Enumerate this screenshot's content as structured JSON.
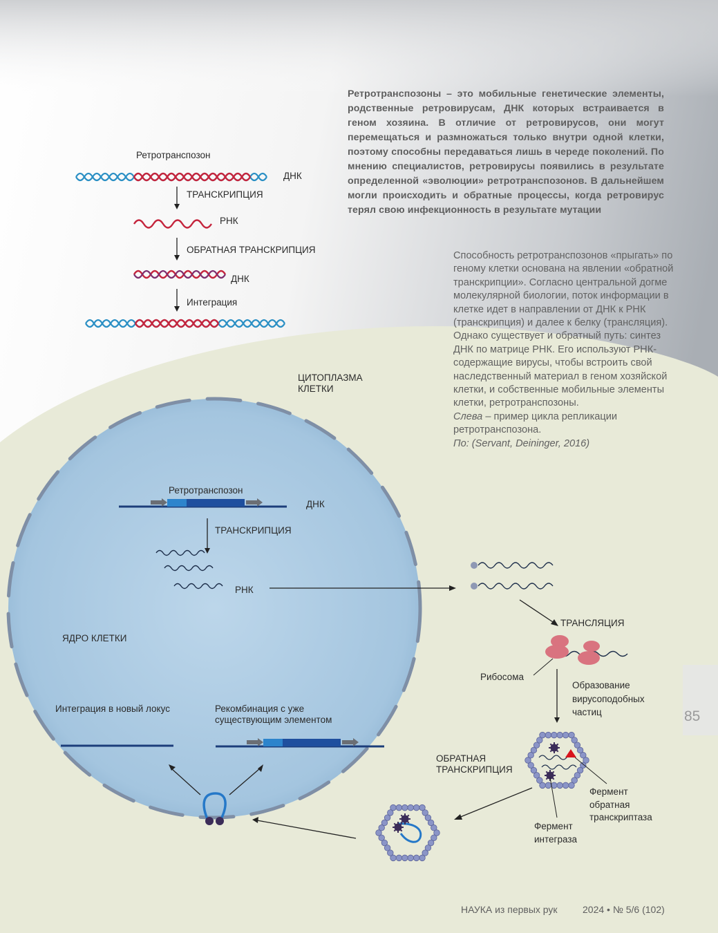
{
  "lead_text": "Ретротранспозоны – это мобильные генетические элементы, родственные ретровирусам, ДНК которых встраивается в геном хозяина. В отличие от ретровирусов, они могут перемещаться и размножаться только внутри одной клетки, поэтому способны передаваться лишь в череде поколений. По мнению специалистов, ретровирусы появились в результате определенной «эволюции» ретротранспозонов. В дальнейшем могли происходить и обратные процессы, когда ретровирус терял свою инфекционность в результате мутации",
  "side_text": {
    "body": "Способность ретротранспозонов «прыгать» по геному клетки основана на явлении «обратной транскрипции». Согласно центральной догме молекулярной биологии, поток информации в клетке идет в направлении от ДНК к РНК (транскрипция) и далее к белку (трансляция). Однако существует и обратный путь: синтез ДНК по матрице РНК. Его используют РНК-содержащие вирусы, чтобы встроить свой наследственный материал в геном хозяйской клетки, и собственные мобильные элементы клетки, ретротранспозоны.",
    "example_italic": "Слева",
    "example_rest": " – пример цикла репликации ретротранспозона.",
    "source": "По: (Servant, Deininger, 2016)"
  },
  "top_diagram": {
    "title": "Ретротранспозон",
    "dna_1": "ДНК",
    "step_1": "ТРАНСКРИПЦИЯ",
    "rna": "РНК",
    "step_2": "ОБРАТНАЯ ТРАНСКРИПЦИЯ",
    "dna_2": "ДНК",
    "step_3": "Интеграция"
  },
  "cell_diagram": {
    "cytoplasm_line1": "ЦИТОПЛАЗМА",
    "cytoplasm_line2": "КЛЕТКИ",
    "retrotransposon": "Ретротранспозон",
    "dna": "ДНК",
    "transcription": "ТРАНСКРИПЦИЯ",
    "rna": "РНК",
    "nucleus": "ЯДРО КЛЕТКИ",
    "integration": "Интеграция в новый локус",
    "recombination_line1": "Рекомбинация с уже",
    "recombination_line2": "существующим элементом",
    "translation": "ТРАНСЛЯЦИЯ",
    "ribosome": "Рибосома",
    "vlp_line1": "Образование",
    "vlp_line2": "вирусоподобных",
    "vlp_line3": "частиц",
    "rt_line1": "ОБРАТНАЯ",
    "rt_line2": "ТРАНСКРИПЦИЯ",
    "enzyme_rt_line1": "Фермент",
    "enzyme_rt_line2": "обратная",
    "enzyme_rt_line3": "транскриптаза",
    "enzyme_int_line1": "Фермент",
    "enzyme_int_line2": "интеграза"
  },
  "page_number": "85",
  "footer": {
    "journal": "НАУКА из первых рук",
    "issue": "2024 • № 5/6 (102)"
  },
  "colors": {
    "dna_blue": "#2a8fc4",
    "dna_red": "#c4243c",
    "nucleus_fill": "#a9c9e1",
    "cytoplasm_fill": "#e8ead8",
    "ribosome": "#d9737f",
    "reverse_transcriptase": "#d8141c"
  }
}
